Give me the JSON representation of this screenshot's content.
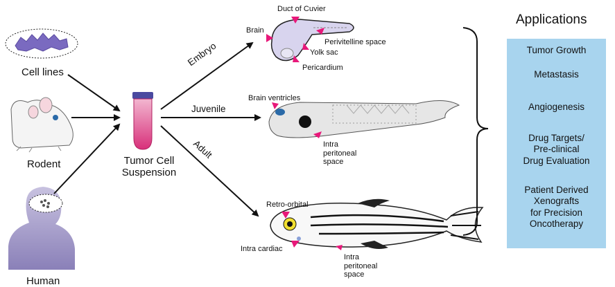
{
  "sources": {
    "cell_lines": "Cell lines",
    "rodent": "Rodent",
    "human": "Human"
  },
  "suspension": {
    "line1": "Tumor Cell",
    "line2": "Suspension"
  },
  "routes": {
    "embryo": "Embryo",
    "juvenile": "Juvenile",
    "adult": "Adult"
  },
  "embryo_sites": {
    "duct": "Duct of Cuvier",
    "brain": "Brain",
    "perivitelline": "Perivitelline space",
    "yolk": "Yolk sac",
    "pericardium": "Pericardium"
  },
  "juvenile_sites": {
    "ventricles": "Brain ventricles",
    "ip_1": "Intra",
    "ip_2": "peritoneal",
    "ip_3": "space"
  },
  "adult_sites": {
    "retro": "Retro-orbital",
    "cardiac": "Intra cardiac",
    "ip_1": "Intra",
    "ip_2": "peritoneal",
    "ip_3": "space"
  },
  "applications": {
    "title": "Applications",
    "items": [
      [
        "Tumor Growth"
      ],
      [
        "Metastasis"
      ],
      [
        "Angiogenesis"
      ],
      [
        "Drug Targets/",
        "Pre-clinical",
        "Drug Evaluation"
      ],
      [
        "Patient Derived",
        "Xenografts",
        "for Precision",
        "Oncotherapy"
      ]
    ]
  },
  "colors": {
    "pointer": "#e8187a",
    "box": "#a8d4ee",
    "tube": "#e8609a",
    "cap": "#4a4aa0",
    "cells": "#7a6ac0",
    "human": "#9a90c0"
  }
}
